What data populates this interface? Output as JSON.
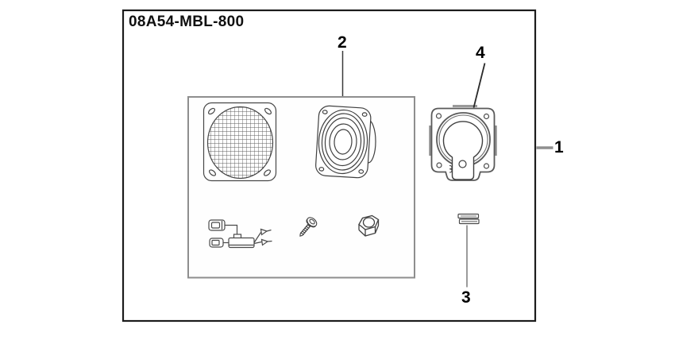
{
  "diagram": {
    "title": "08A54-MBL-800",
    "callouts": [
      {
        "number": "1",
        "part": "speaker-kit-box"
      },
      {
        "number": "2",
        "part": "speaker"
      },
      {
        "number": "3",
        "part": "spacer-ring"
      },
      {
        "number": "4",
        "part": "speaker-bracket"
      }
    ],
    "colors": {
      "line": "#3f3f3f",
      "outer_box_border": "#1c1c1c",
      "inner_box_border": "#8e8e8e",
      "label": "#000000",
      "background": "#ffffff"
    }
  }
}
